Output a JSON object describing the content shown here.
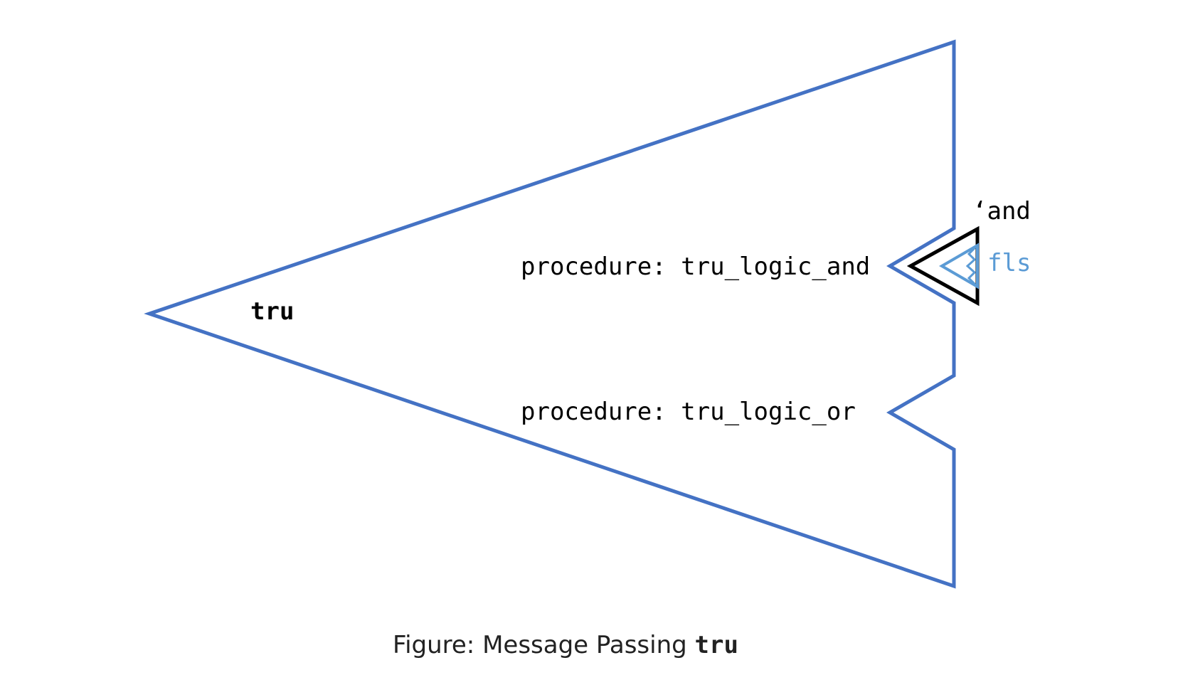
{
  "diagram": {
    "outer_object_label": "tru",
    "procedures": [
      {
        "label": "procedure: tru_logic_and"
      },
      {
        "label": "procedure: tru_logic_or"
      }
    ],
    "message_label": "‘and",
    "argument_label": "fls",
    "caption_prefix": "Figure: Message Passing ",
    "caption_code": "tru"
  },
  "colors": {
    "outer_stroke": "#4472C4",
    "message_stroke": "#000000",
    "argument_stroke": "#5B9BD5",
    "argument_text": "#5B9BD5"
  }
}
